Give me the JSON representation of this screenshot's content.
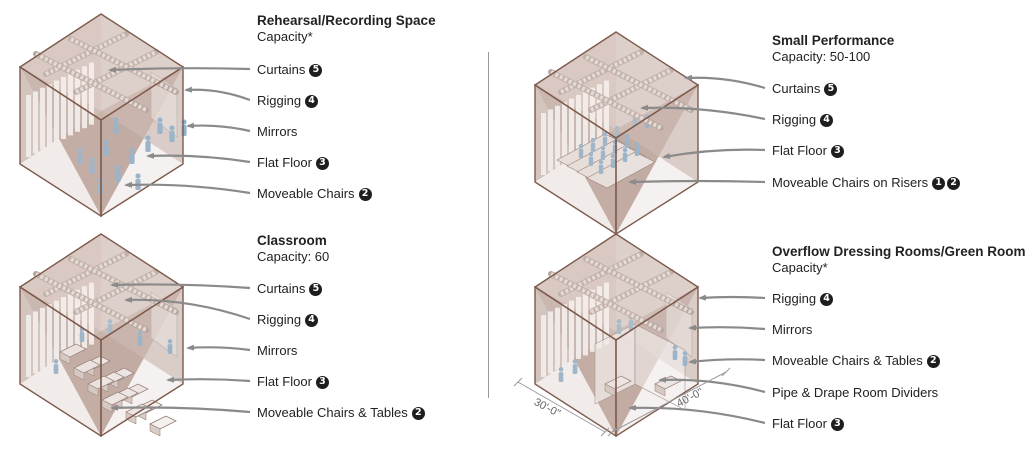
{
  "colors": {
    "box_fill": "#cdbab3",
    "box_edge": "#7d5a4c",
    "box_top": "#dcccc4",
    "floor": "#bfa89f",
    "people": "#8fb3cf",
    "curtain": "#ffffff",
    "truss": "#e9e4e1",
    "arrow": "#8a8a8a",
    "badge_bg": "#1e1e1e"
  },
  "panels": [
    {
      "title": "Rehearsal/Recording Space",
      "subtitle": "Capacity*",
      "labels": [
        {
          "text": "Curtains",
          "badges": [
            "5"
          ]
        },
        {
          "text": "Rigging",
          "badges": [
            "4"
          ]
        },
        {
          "text": "Mirrors",
          "badges": []
        },
        {
          "text": "Flat Floor",
          "badges": [
            "3"
          ]
        },
        {
          "text": "Moveable Chairs",
          "badges": [
            "2"
          ]
        }
      ]
    },
    {
      "title": "Classroom",
      "subtitle": "Capacity: 60",
      "labels": [
        {
          "text": "Curtains",
          "badges": [
            "5"
          ]
        },
        {
          "text": "Rigging",
          "badges": [
            "4"
          ]
        },
        {
          "text": "Mirrors",
          "badges": []
        },
        {
          "text": "Flat Floor",
          "badges": [
            "3"
          ]
        },
        {
          "text": "Moveable Chairs & Tables",
          "badges": [
            "2"
          ]
        }
      ]
    },
    {
      "title": "Small Performance",
      "subtitle": "Capacity: 50-100",
      "labels": [
        {
          "text": "Curtains",
          "badges": [
            "5"
          ]
        },
        {
          "text": "Rigging",
          "badges": [
            "4"
          ]
        },
        {
          "text": "Flat Floor",
          "badges": [
            "3"
          ]
        },
        {
          "text": "Moveable Chairs on Risers",
          "badges": [
            "1",
            "2"
          ]
        }
      ]
    },
    {
      "title": "Overflow Dressing Rooms/Green Room",
      "subtitle": "Capacity*",
      "labels": [
        {
          "text": "Rigging",
          "badges": [
            "4"
          ]
        },
        {
          "text": "Mirrors",
          "badges": []
        },
        {
          "text": "Moveable Chairs & Tables",
          "badges": [
            "2"
          ]
        },
        {
          "text": "Pipe & Drape Room Dividers",
          "badges": []
        },
        {
          "text": "Flat Floor",
          "badges": [
            "3"
          ]
        }
      ]
    }
  ],
  "dimensions": {
    "width_label": "30'-0\"",
    "depth_label": "40'-0\""
  }
}
